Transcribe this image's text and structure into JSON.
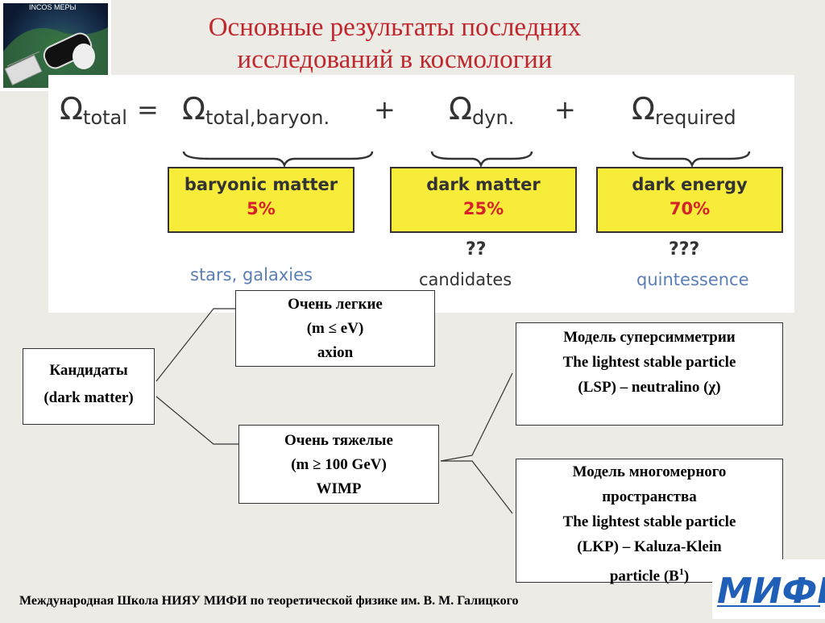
{
  "logo": {
    "label": "INCOS МЕРЫ"
  },
  "title": {
    "line1": "Основные результаты последних",
    "line2": "исследований в космологии"
  },
  "formula": {
    "omega_symbol": "Ω",
    "terms": [
      {
        "sub": "total"
      },
      {
        "sub": "total,baryon."
      },
      {
        "sub": "dyn."
      },
      {
        "sub": "required"
      }
    ],
    "equals": "=",
    "plus": "+"
  },
  "components": [
    {
      "name": "baryonic matter",
      "percent": "5%",
      "mark": "",
      "below": "stars, galaxies"
    },
    {
      "name": "dark matter",
      "percent": "25%",
      "mark": "??",
      "below": "candidates"
    },
    {
      "name": "dark energy",
      "percent": "70%",
      "mark": "???",
      "below": "quintessence"
    }
  ],
  "colors": {
    "title": "#c0272d",
    "box_fill": "#f7ec3a",
    "percent": "#d6232a",
    "below_blue": "#5b7fb5"
  },
  "tree": {
    "root": {
      "line1": "Кандидаты",
      "line2": "(dark matter)"
    },
    "light": {
      "line1": "Очень легкие",
      "line2": "(m ≤ eV)",
      "line3": "axion"
    },
    "heavy": {
      "line1": "Очень тяжелые",
      "line2": "(m ≥ 100 GeV)",
      "line3": "WIMP"
    },
    "susy": {
      "line1": "Модель суперсимметрии",
      "line2": "The lightest stable particle",
      "line3": "(LSP) – neutralino (χ)"
    },
    "extra": {
      "line1": "Модель многомерного",
      "line2": "пространства",
      "line3": "The lightest stable particle",
      "line4": "(LKP) – Kaluza-Klein",
      "line5": "particle (B",
      "line5_sup": "1",
      "line5_end": ")"
    }
  },
  "footer": "Международная Школа НИЯУ МИФИ по теоретической физике им. В. М. Галицкого",
  "mifi_logo": {
    "text": "МИФИ"
  }
}
